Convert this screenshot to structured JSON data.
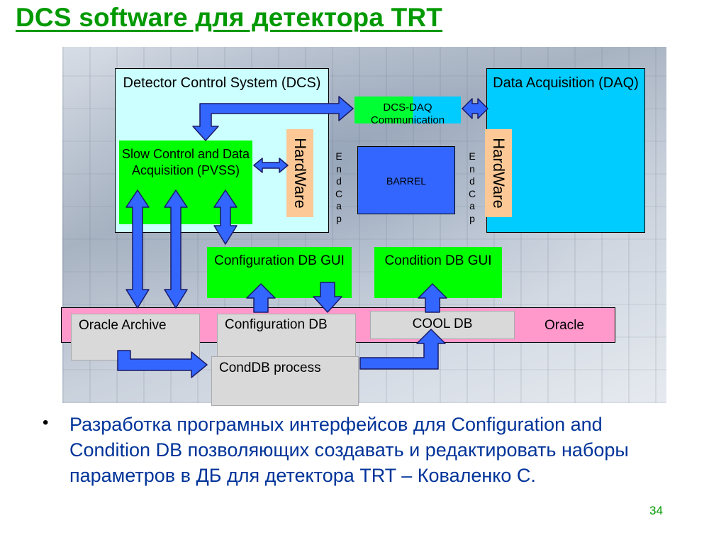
{
  "title": "DCS software для детектора TRT",
  "boxes": {
    "dcs": "Detector Control System (DCS)",
    "daq": "Data Acquisition (DAQ)",
    "pvss": "Slow Control and Data Acquisition (PVSS)",
    "comm": "DCS-DAQ Communication",
    "hardware_left": "HardWare",
    "hardware_right": "HardWare",
    "endcap_left": [
      "E",
      "n",
      "d",
      "C",
      "a",
      "p"
    ],
    "endcap_right": [
      "E",
      "n",
      "d",
      "C",
      "a",
      "p"
    ],
    "barrel": "BARREL",
    "config_gui": "Configuration DB GUI",
    "condition_gui": "Condition DB GUI",
    "oracle": "Oracle",
    "oracle_archive": "Oracle Archive",
    "config_db": "Configuration DB",
    "conddb_process": "CondDB process",
    "cool_db": "COOL DB"
  },
  "bullet": "Разработка програмных интерфейсов для Configuration and Condition DB позволяющих создавать и редактировать наборы параметров в ДБ для детектора TRT – Коваленко С.",
  "page_number": "34",
  "colors": {
    "title": "#009900",
    "bullet_text": "#003399",
    "arrow_fill": "#3366ff",
    "green_box": "#00ff00",
    "cyan_box": "#ccffff",
    "blue_box": "#00ccff",
    "hardware": "#fcc896",
    "oracle_band": "#ff99cc"
  }
}
